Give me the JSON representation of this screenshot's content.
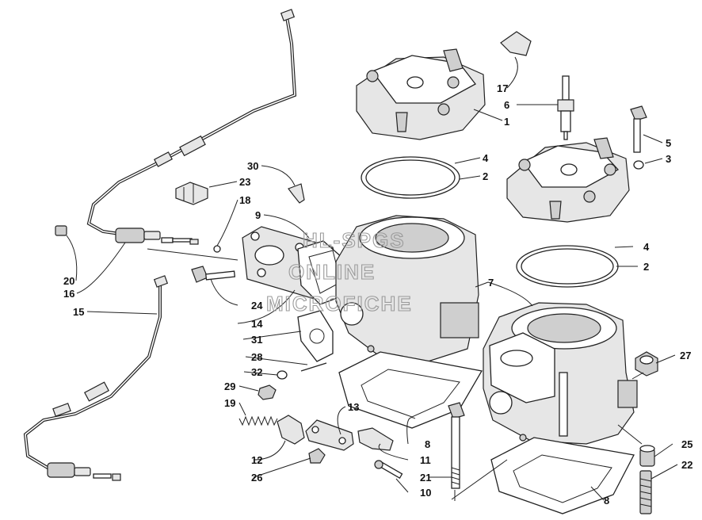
{
  "watermark": {
    "line1": "HL-SPGS",
    "line2": "ONLINE",
    "line3": "MICROFICHE"
  },
  "callouts": [
    {
      "id": "c17",
      "text": "17"
    },
    {
      "id": "c6",
      "text": "6"
    },
    {
      "id": "c1",
      "text": "1"
    },
    {
      "id": "c5",
      "text": "5"
    },
    {
      "id": "c3",
      "text": "3"
    },
    {
      "id": "c4a",
      "text": "4"
    },
    {
      "id": "c2a",
      "text": "2"
    },
    {
      "id": "c30",
      "text": "30"
    },
    {
      "id": "c23",
      "text": "23"
    },
    {
      "id": "c18",
      "text": "18"
    },
    {
      "id": "c9",
      "text": "9"
    },
    {
      "id": "c4b",
      "text": "4"
    },
    {
      "id": "c2b",
      "text": "2"
    },
    {
      "id": "c20",
      "text": "20"
    },
    {
      "id": "c16",
      "text": "16"
    },
    {
      "id": "c7",
      "text": "7"
    },
    {
      "id": "c15",
      "text": "15"
    },
    {
      "id": "c24",
      "text": "24"
    },
    {
      "id": "c14",
      "text": "14"
    },
    {
      "id": "c31",
      "text": "31"
    },
    {
      "id": "c28",
      "text": "28"
    },
    {
      "id": "c27",
      "text": "27"
    },
    {
      "id": "c32",
      "text": "32"
    },
    {
      "id": "c29",
      "text": "29"
    },
    {
      "id": "c19",
      "text": "19"
    },
    {
      "id": "c13",
      "text": "13"
    },
    {
      "id": "c8a",
      "text": "8"
    },
    {
      "id": "c12",
      "text": "12"
    },
    {
      "id": "c11",
      "text": "11"
    },
    {
      "id": "c25",
      "text": "25"
    },
    {
      "id": "c22",
      "text": "22"
    },
    {
      "id": "c26",
      "text": "26"
    },
    {
      "id": "c21",
      "text": "21"
    },
    {
      "id": "c10",
      "text": "10"
    },
    {
      "id": "c8b",
      "text": "8"
    }
  ]
}
